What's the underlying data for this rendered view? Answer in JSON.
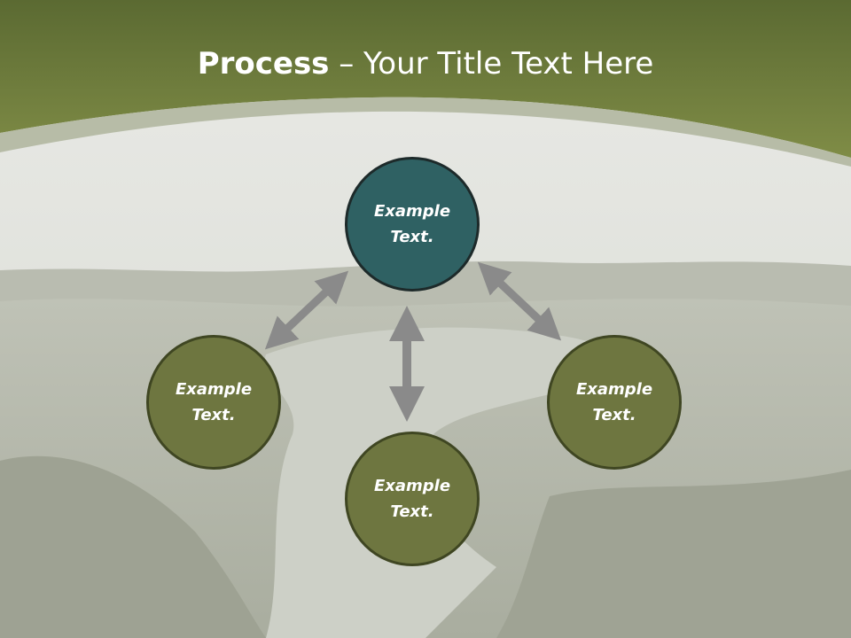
{
  "slide": {
    "title_strong": "Process",
    "title_rest": " – Your Title Text Here"
  },
  "colors": {
    "header": "#6e7a3c",
    "node_top": "#2f6163",
    "node_other": "#6e7640",
    "arrow": "#8a8a8a"
  },
  "nodes": [
    {
      "id": "top",
      "line1": "Example",
      "line2": "Text."
    },
    {
      "id": "left",
      "line1": "Example",
      "line2": "Text."
    },
    {
      "id": "right",
      "line1": "Example",
      "line2": "Text."
    },
    {
      "id": "bottom",
      "line1": "Example",
      "line2": "Text."
    }
  ]
}
